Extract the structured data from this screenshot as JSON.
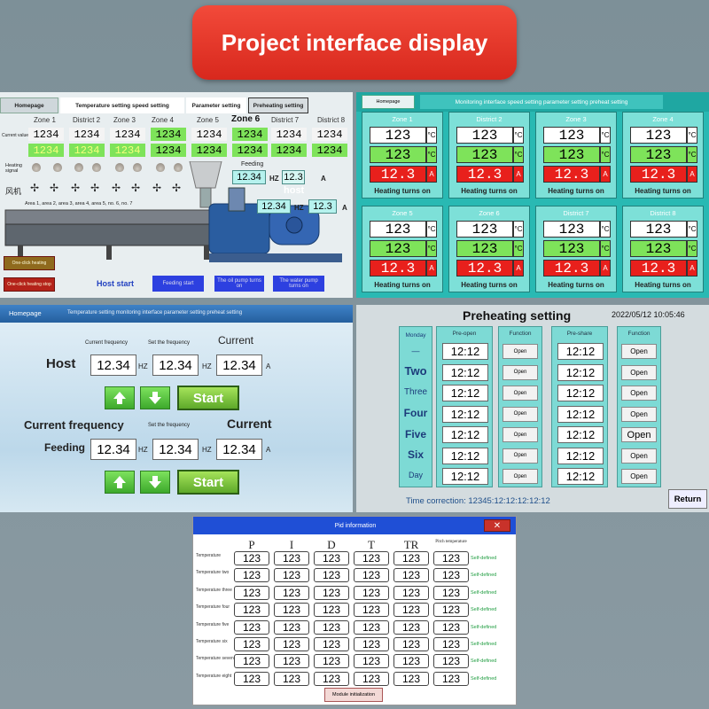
{
  "banner": "Project interface display",
  "panel1": {
    "tabs": [
      "Homepage",
      "Temperature setting speed setting",
      "Parameter setting",
      "Preheating setting"
    ],
    "zones": [
      "Zone 1",
      "District 2",
      "Zone 3",
      "Zone 4",
      "Zone 5",
      "Zone 6",
      "District 7",
      "District 8"
    ],
    "current_value_label": "Current value",
    "row1": [
      "1234",
      "1234",
      "1234",
      "1234",
      "1234",
      "1234",
      "1234",
      "1234"
    ],
    "row2": [
      "1234",
      "1234",
      "1234",
      "1234",
      "1234",
      "1234",
      "1234",
      "1234"
    ],
    "heating_label": "Heating signal",
    "fan_label": "风机",
    "feeding_label": "Feeding",
    "feeding_value": "12.34",
    "feeding_unit": "HZ",
    "feed_a_value": "12.3",
    "feed_a_unit": "A",
    "host_label": "host",
    "host_value": "12.34",
    "host_unit": "HZ",
    "host_a_value": "12.3",
    "host_a_unit": "A",
    "areas_text": "Area 1, area 2, area 3, area 4, area 5, no. 6, no. 7",
    "one_click_heating": "One-click heating",
    "one_click_stop": "One-click heating stop",
    "buttons": [
      "Host start",
      "Feeding start",
      "The oil pump turns on",
      "The water pump turns on"
    ]
  },
  "panel2": {
    "header_home": "Homepage",
    "header_tabs": "Monitoring interface speed setting parameter setting preheat setting",
    "cards": [
      {
        "title": "Zone 1",
        "v1": "123",
        "v2": "123",
        "v3": "12.3",
        "status": "Heating turns on"
      },
      {
        "title": "District 2",
        "v1": "123",
        "v2": "123",
        "v3": "12.3",
        "status": "Heating turns on"
      },
      {
        "title": "Zone 3",
        "v1": "123",
        "v2": "123",
        "v3": "12.3",
        "status": "Heating turns on"
      },
      {
        "title": "Zone 4",
        "v1": "123",
        "v2": "123",
        "v3": "12.3",
        "status": "Heating turns on"
      },
      {
        "title": "Zone 5",
        "v1": "123",
        "v2": "123",
        "v3": "12.3",
        "status": "Heating turns on"
      },
      {
        "title": "Zone 6",
        "v1": "123",
        "v2": "123",
        "v3": "12.3",
        "status": "Heating turns on"
      },
      {
        "title": "District 7",
        "v1": "123",
        "v2": "123",
        "v3": "12.3",
        "status": "Heating turns on"
      },
      {
        "title": "District 8",
        "v1": "123",
        "v2": "123",
        "v3": "12.3",
        "status": "Heating turns on"
      }
    ],
    "unit_c": "°C",
    "unit_a": "A"
  },
  "panel3": {
    "homepage": "Homepage",
    "tabs": "Temperature setting monitoring interface parameter setting preheat setting",
    "h_current_freq": "Current frequency",
    "h_set_freq": "Set the frequency",
    "h_current": "Current",
    "host": "Host",
    "host_values": [
      "12.34",
      "12.34",
      "12.34"
    ],
    "unit_hz": "HZ",
    "unit_a": "A",
    "start": "Start",
    "f_current_freq": "Current frequency",
    "f_set_freq": "Set the frequency",
    "f_current": "Current",
    "feeding": "Feeding",
    "feeding_values": [
      "12.34",
      "12.34",
      "12.34"
    ]
  },
  "panel4": {
    "title": "Preheating setting",
    "datetime": "2022/05/12  10:05:46",
    "days": [
      "Monday",
      "—",
      "Two",
      "Three",
      "Four",
      "Five",
      "Six",
      "Day"
    ],
    "pre_open": "Pre-open",
    "function": "Function",
    "pre_share": "Pre-share",
    "times_open": [
      "12:12",
      "12:12",
      "12:12",
      "12:12",
      "12:12",
      "12:12",
      "12:12"
    ],
    "times_share": [
      "12:12",
      "12:12",
      "12:12",
      "12:12",
      "12:12",
      "12:12",
      "12:12"
    ],
    "open_label": "Open",
    "time_correction": "Time correction:  12345:12:12:12:12:12",
    "return": "Return"
  },
  "panel5": {
    "title": "Pid information",
    "close": "✕",
    "cols": [
      "P",
      "I",
      "D",
      "T",
      "TR",
      "Pitch temperature"
    ],
    "rows": [
      "Temperature",
      "Temperature two",
      "Temperature three",
      "Temperature four",
      "Temperature five",
      "Temperature six",
      "Temperature seven",
      "Temperature eight"
    ],
    "cell_value": "123",
    "self_defined": "Self-defined",
    "init": "Module initialization"
  }
}
